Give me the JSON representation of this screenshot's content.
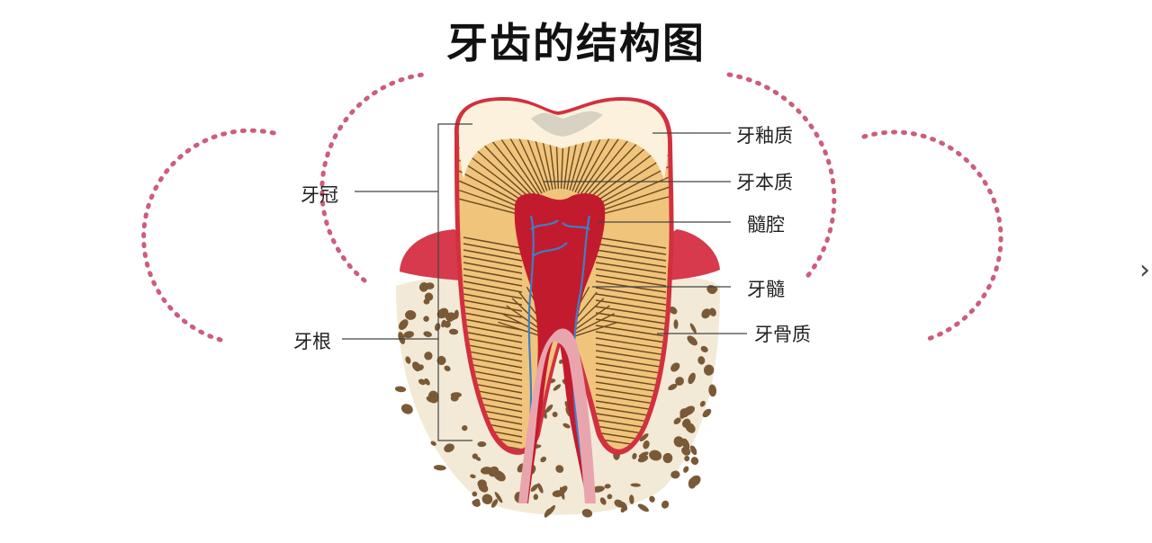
{
  "title": "牙齿的结构图",
  "labels": {
    "enamel": "牙釉质",
    "dentin": "牙本质",
    "pulp_cavity": "髓腔",
    "pulp": "牙髓",
    "cementum": "牙骨质",
    "crown": "牙冠",
    "root": "牙根"
  },
  "icons": {
    "next": "chevron-right-icon"
  },
  "colors": {
    "dots": "#cc5e7a",
    "enamel": "#fbf1dc",
    "dentin": "#f1c47c",
    "pulp": "#c31b2e",
    "gum": "#d73a4c",
    "bone": "#7a5a36"
  }
}
